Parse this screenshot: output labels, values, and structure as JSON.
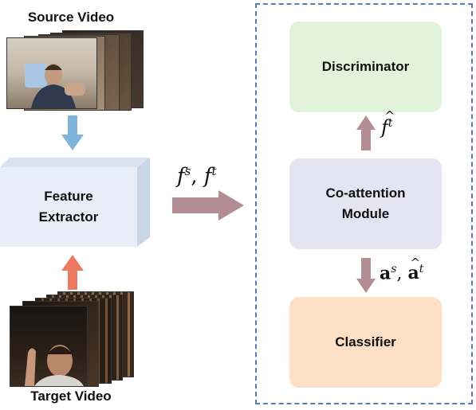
{
  "source": {
    "label": "Source Video"
  },
  "target": {
    "label": "Target Video"
  },
  "feature_extractor": {
    "line1": "Feature",
    "line2": "Extractor"
  },
  "features_label": {
    "f": "f",
    "s": "s",
    "sep": ", ",
    "f2": "f",
    "t": "t"
  },
  "discriminator": {
    "label": "Discriminator"
  },
  "coattention": {
    "line1": "Co-attention",
    "line2": "Module"
  },
  "classifier": {
    "label": "Classifier"
  },
  "fhat_label": {
    "f": "f",
    "t": "t"
  },
  "attention_label": {
    "a": "a",
    "s": "s",
    "sep": ", ",
    "a2": "a",
    "t": "t"
  },
  "colors": {
    "blue_arrow": "#7fb3d9",
    "red_arrow": "#ec7a63",
    "mauve_arrow": "#b48d94",
    "discriminator_bg": "#e2f3dc",
    "coattention_bg": "#e4e4f2",
    "classifier_bg": "#fde0c6",
    "extractor_bg": "#e7eef7",
    "dashed_border": "#5b7bb0"
  }
}
